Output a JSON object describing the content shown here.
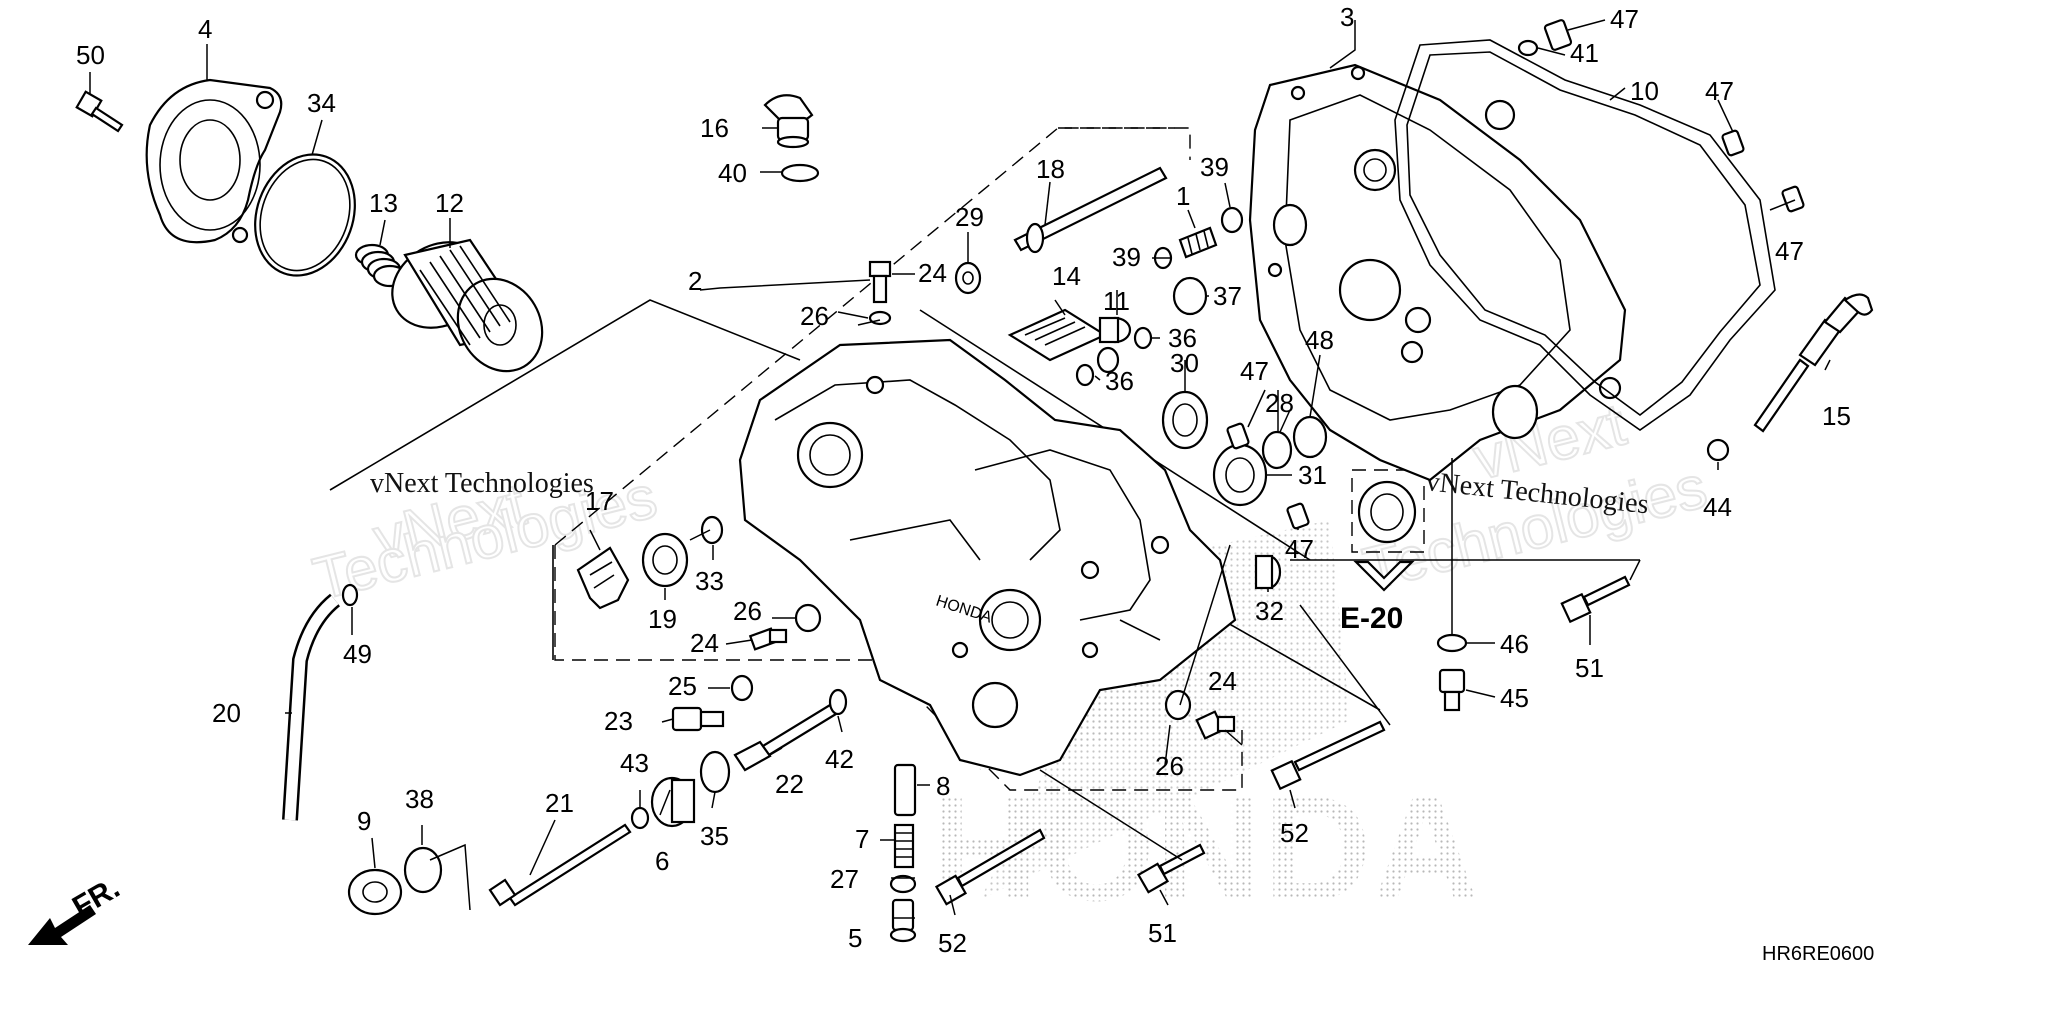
{
  "diagram": {
    "drawing_code": "HR6RE0600",
    "reference_label": "E-20",
    "direction_label": "FR.",
    "watermark_text": "vNext Technologies",
    "watermark_large_1": "vNext",
    "watermark_large_2": "Technologies",
    "background_brand": "HONDA",
    "callouts": {
      "c1": "1",
      "c2": "2",
      "c3": "3",
      "c4": "4",
      "c5": "5",
      "c6": "6",
      "c7": "7",
      "c8": "8",
      "c9": "9",
      "c10": "10",
      "c11": "11",
      "c12": "12",
      "c13": "13",
      "c14": "14",
      "c15": "15",
      "c16": "16",
      "c17": "17",
      "c18": "18",
      "c19": "19",
      "c20": "20",
      "c21": "21",
      "c22": "22",
      "c23": "23",
      "c24a": "24",
      "c24b": "24",
      "c24c": "24",
      "c25": "25",
      "c26a": "26",
      "c26b": "26",
      "c26c": "26",
      "c27": "27",
      "c28": "28",
      "c29": "29",
      "c30": "30",
      "c31": "31",
      "c32": "32",
      "c33": "33",
      "c34": "34",
      "c35": "35",
      "c36a": "36",
      "c36b": "36",
      "c37": "37",
      "c38": "38",
      "c39a": "39",
      "c39b": "39",
      "c40": "40",
      "c41": "41",
      "c42": "42",
      "c43": "43",
      "c44": "44",
      "c45": "45",
      "c46": "46",
      "c47a": "47",
      "c47b": "47",
      "c47c": "47",
      "c47d": "47",
      "c47e": "47",
      "c48": "48",
      "c49": "49",
      "c50": "50",
      "c51a": "51",
      "c51b": "51",
      "c52a": "52",
      "c52b": "52"
    }
  }
}
